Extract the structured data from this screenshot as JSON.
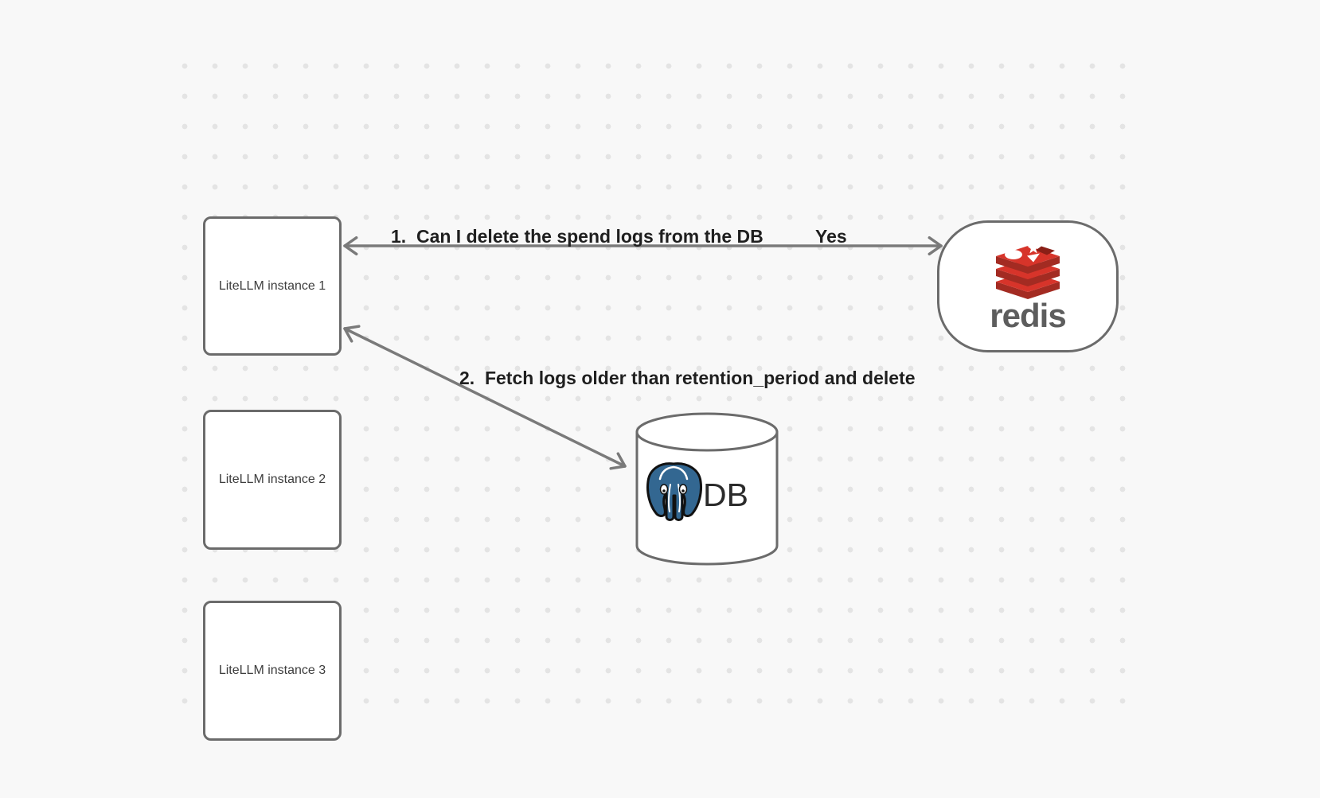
{
  "diagram": {
    "instances": [
      {
        "label": "LiteLLM instance 1"
      },
      {
        "label": "LiteLLM instance 2"
      },
      {
        "label": "LiteLLM instance 3"
      }
    ],
    "redis": {
      "wordmark": "redis"
    },
    "db": {
      "label": "DB"
    },
    "arrows": [
      {
        "label": "1.  Can I delete the spend logs from the DB",
        "reply": "Yes"
      },
      {
        "label": "2.  Fetch logs older than retention_period and delete"
      }
    ],
    "colors": {
      "background": "#f8f8f8",
      "dot": "#e4e4e4",
      "node_fill": "#ffffff",
      "node_stroke": "#6b6b6b",
      "arrow_stroke": "#7a7a7a",
      "label_text": "#1f1f1f",
      "node_label_text": "#3d3d3d",
      "db_label_text": "#2b2b2b",
      "redis_red": "#d7342a",
      "redis_red_dark": "#a32b22",
      "redis_red_darker": "#8a1f17",
      "redis_wordmark": "#5d5d5d",
      "postgres_blue": "#336791"
    }
  }
}
